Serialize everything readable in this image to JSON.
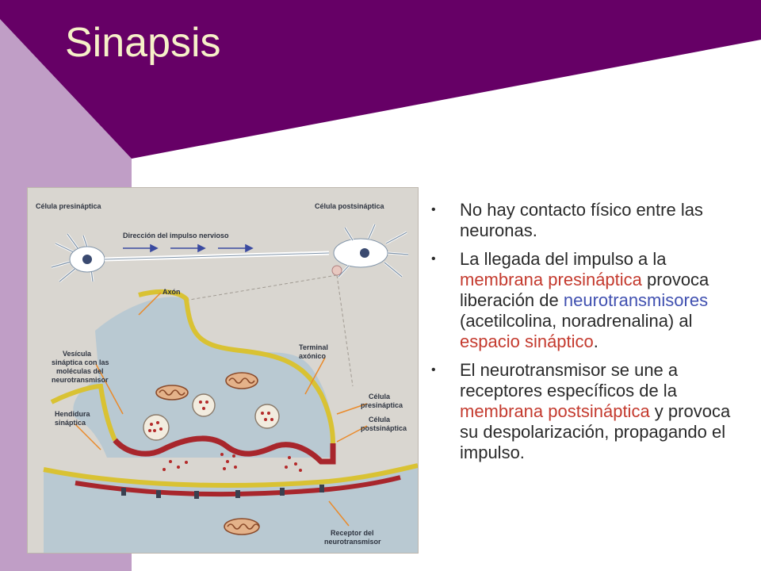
{
  "title": "Sinapsis",
  "colors": {
    "accent_dark": "#660066",
    "accent_light": "#c09ec6",
    "title": "#f6f0c8",
    "highlight_red": "#c43a2e",
    "highlight_blue": "#4050b0"
  },
  "diagram": {
    "label_pre": "Célula presináptica",
    "label_post": "Célula postsináptica",
    "label_direction": "Dirección del impulso nervioso",
    "label_axon": "Axón",
    "label_terminal_1": "Terminal",
    "label_terminal_2": "axónico",
    "label_vesicle_1": "Vesícula",
    "label_vesicle_2": "sináptica con las",
    "label_vesicle_3": "moléculas del",
    "label_vesicle_4": "neurotransmisor",
    "label_cleft_1": "Hendidura",
    "label_cleft_2": "sináptica",
    "label_cell_pre_1": "Célula",
    "label_cell_pre_2": "presináptica",
    "label_cell_post_1": "Célula",
    "label_cell_post_2": "postsináptica",
    "label_receptor_1": "Receptor del",
    "label_receptor_2": "neurotransmisor"
  },
  "bullets": [
    {
      "parts": [
        "No hay contacto físico entre las neuronas."
      ]
    },
    {
      "parts": [
        "La llegada del impulso a la ",
        "membrana presináptica",
        " provoca liberación de ",
        "neurotransmisores",
        " (acetilcolina, noradrenalina) al ",
        "espacio sináptico",
        "."
      ]
    },
    {
      "parts": [
        "El neurotransmisor se une a receptores específicos de la ",
        "membrana postsináptica",
        " y provoca su despolarización, propagando el impulso."
      ]
    }
  ]
}
